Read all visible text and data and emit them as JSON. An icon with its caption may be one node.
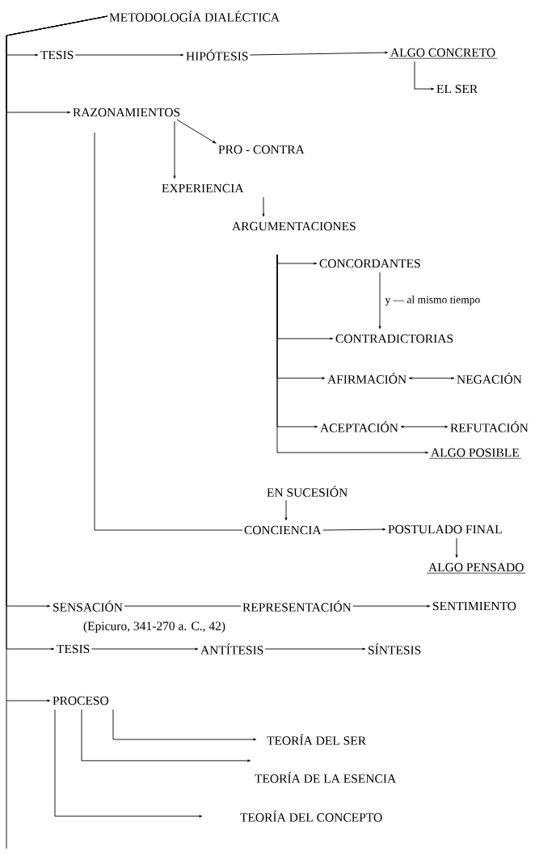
{
  "diagram": {
    "nodes": [
      {
        "text": [
          "METODOLOGÍA DIALÉCTICA"
        ]
      },
      {
        "text": [
          "TESIS"
        ]
      },
      {
        "text": [
          "HIPÓTESIS"
        ]
      },
      {
        "text": [
          "ALGO CONCRETO"
        ]
      },
      {
        "text": [
          "EL SER"
        ]
      },
      {
        "text": [
          "RAZONAMIENTOS"
        ]
      },
      {
        "text": [
          "PRO - CONTRA"
        ]
      },
      {
        "text": [
          "EXPERIENCIA"
        ]
      },
      {
        "text": [
          "ARGUMENTACIONES"
        ]
      },
      {
        "text": [
          "CONCORDANTES"
        ]
      },
      {
        "text": [
          "CONTRADICTORIAS"
        ]
      },
      {
        "text": [
          "AFIRMACIÓN"
        ]
      },
      {
        "text": [
          "NEGACIÓN"
        ]
      },
      {
        "text": [
          "ACEPTACIÓN"
        ]
      },
      {
        "text": [
          "REFUTACIÓN"
        ]
      },
      {
        "text": [
          "ALGO POSIBLE"
        ]
      },
      {
        "text": [
          "EN SUCESIÓN"
        ]
      },
      {
        "text": [
          "CONCIENCIA"
        ]
      },
      {
        "text": [
          "POSTULADO FINAL"
        ]
      },
      {
        "text": [
          "ALGO PENSADO"
        ]
      },
      {
        "text": [
          "SENSACIÓN"
        ],
        "beside": [
          "(Epicuro, 341-270 a. C.,  42)"
        ]
      },
      {
        "text": [
          "REPRESENTACIÓN"
        ]
      },
      {
        "text": [
          "SENTIMIENTO"
        ]
      },
      {
        "text": [
          "TESIS"
        ]
      },
      {
        "text": [
          "ANTÍTESIS"
        ]
      },
      {
        "text": [
          "SÍNTESIS"
        ]
      },
      {
        "text": [
          "PROCESO"
        ]
      },
      {
        "text": [
          "TEORÍA DEL SER"
        ]
      },
      {
        "text": [
          "TEORÍA DE LA ESENCIA"
        ]
      },
      {
        "text": [
          "TEORÍA DEL CONCEPTO"
        ]
      }
    ],
    "edges": [
      {
        "from": 0,
        "to": 1,
        "arrow": "to"
      },
      {
        "from": 0,
        "to": 5,
        "arrow": "to"
      },
      {
        "from": 0,
        "to": 20,
        "arrow": "to"
      },
      {
        "from": 0,
        "to": 23,
        "arrow": "to"
      },
      {
        "from": 0,
        "to": 26,
        "arrow": "to"
      },
      {
        "from": 1,
        "to": 2,
        "arrow": "to"
      },
      {
        "from": 2,
        "to": 3,
        "arrow": "to"
      },
      {
        "from": 3,
        "to": 4,
        "arrow": "to"
      },
      {
        "from": 5,
        "to": 6,
        "arrow": "to"
      },
      {
        "from": 5,
        "to": 7,
        "arrow": "to"
      },
      {
        "from": 5,
        "to": 17,
        "arrow": "none"
      },
      {
        "from": 7,
        "to": 8,
        "arrow": "to"
      },
      {
        "from": 8,
        "to": 9,
        "arrow": "to"
      },
      {
        "from": 8,
        "to": 10,
        "arrow": "to"
      },
      {
        "from": 8,
        "to": 11,
        "arrow": "to"
      },
      {
        "from": 8,
        "to": 13,
        "arrow": "to"
      },
      {
        "from": 8,
        "to": 15,
        "arrow": "to"
      },
      {
        "from": 9,
        "to": 10,
        "arrow": "to",
        "label": "y — al mismo tiempo"
      },
      {
        "from": 11,
        "to": 12,
        "arrow": "both"
      },
      {
        "from": 13,
        "to": 14,
        "arrow": "both"
      },
      {
        "from": 16,
        "to": 17,
        "arrow": "to"
      },
      {
        "from": 17,
        "to": 18,
        "arrow": "to"
      },
      {
        "from": 18,
        "to": 19,
        "arrow": "to"
      },
      {
        "from": 20,
        "to": 21,
        "arrow": "none"
      },
      {
        "from": 21,
        "to": 22,
        "arrow": "to"
      },
      {
        "from": 23,
        "to": 24,
        "arrow": "to"
      },
      {
        "from": 24,
        "to": 25,
        "arrow": "to"
      },
      {
        "from": 26,
        "to": 27,
        "arrow": "to"
      },
      {
        "from": 26,
        "to": 28,
        "arrow": "to"
      },
      {
        "from": 26,
        "to": 29,
        "arrow": "to"
      }
    ]
  }
}
